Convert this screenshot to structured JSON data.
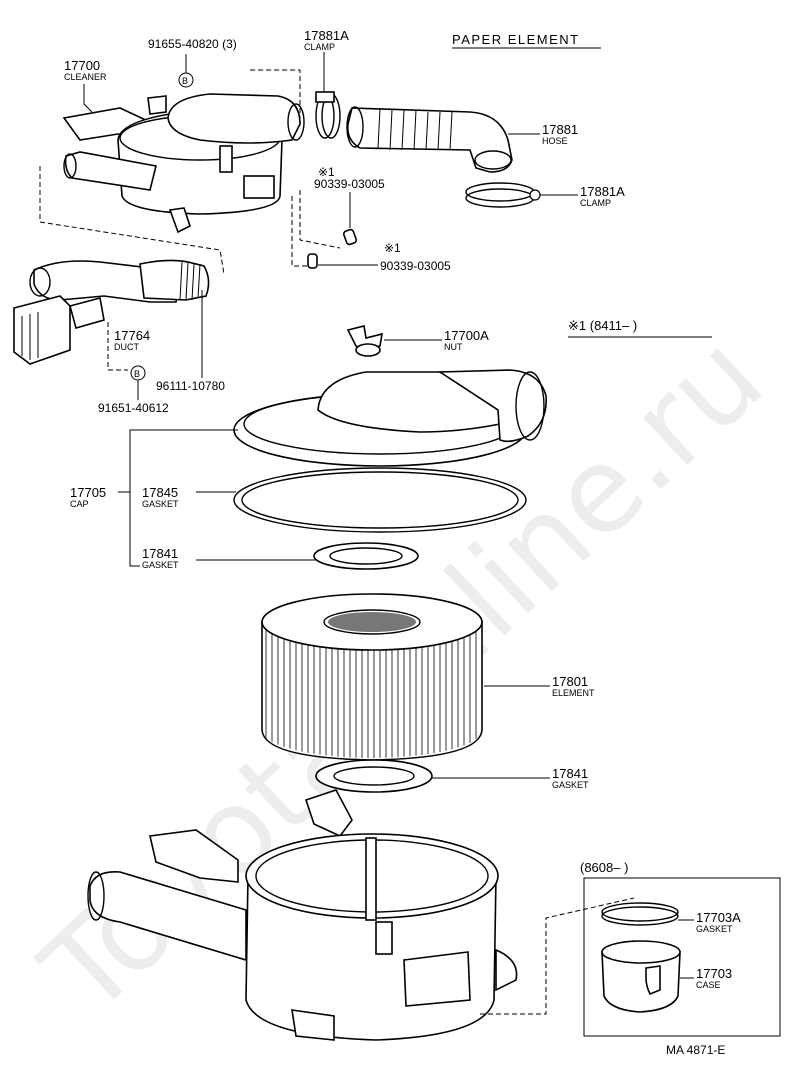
{
  "header": {
    "title": "PAPER  ELEMENT"
  },
  "watermark": "ToyotaOnline.ru",
  "callouts": {
    "bolt_b_top": {
      "part_no": "91655-40820 (3)",
      "marker": "B"
    },
    "cleaner": {
      "part_no": "17700",
      "name": "CLEANER"
    },
    "clamp_top": {
      "part_no": "17881A",
      "name": "CLAMP"
    },
    "hose": {
      "part_no": "17881",
      "name": "HOSE"
    },
    "clamp_mid": {
      "part_no": "17881A",
      "name": "CLAMP"
    },
    "pin_1": {
      "note": "※1",
      "part_no": "90339-03005"
    },
    "pin_2": {
      "note": "※1",
      "part_no": "90339-03005"
    },
    "duct": {
      "part_no": "17764",
      "name": "DUCT"
    },
    "clamp_duct": {
      "part_no": "96111-10780"
    },
    "bolt_b_bottom": {
      "part_no": "91651-40612",
      "marker": "B"
    },
    "nut": {
      "part_no": "17700A",
      "name": "NUT"
    },
    "cap": {
      "part_no": "17705",
      "name": "CAP"
    },
    "gasket_cap": {
      "part_no": "17845",
      "name": "GASKET"
    },
    "gasket_top": {
      "part_no": "17841",
      "name": "GASKET"
    },
    "element": {
      "part_no": "17801",
      "name": "ELEMENT"
    },
    "gasket_bottom": {
      "part_no": "17841",
      "name": "GASKET"
    },
    "gasket_case": {
      "part_no": "17703A",
      "name": "GASKET"
    },
    "case": {
      "part_no": "17703",
      "name": "CASE"
    }
  },
  "notes": {
    "note1": "※1 (8411–        )",
    "note2": "(8608–          )"
  },
  "footer": {
    "code": "MA  4871-E"
  }
}
